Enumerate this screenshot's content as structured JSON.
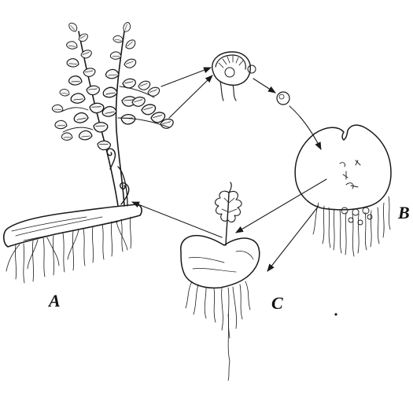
{
  "figure": {
    "labels": {
      "a": "A",
      "b": "B",
      "c": "C"
    },
    "ink_color": "#1a1a1a",
    "background_color": "#ffffff"
  }
}
